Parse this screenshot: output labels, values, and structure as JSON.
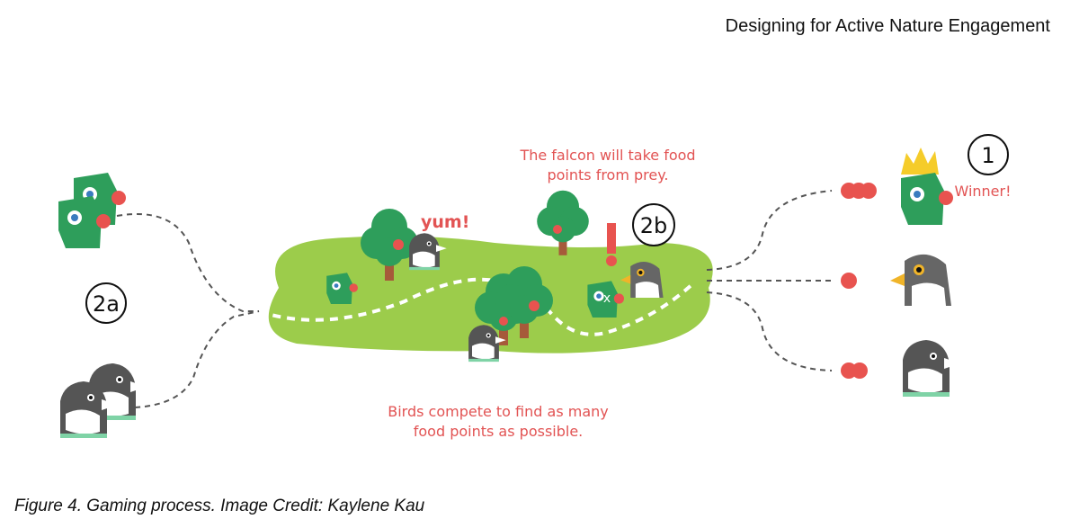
{
  "header": {
    "title": "Designing for Active Nature Engagement"
  },
  "figure": {
    "step_2a": "2a",
    "step_2b": "2b",
    "step_1": "1",
    "yum": "yum!",
    "exclamation": "!",
    "falcon_note_line1": "The falcon will take food",
    "falcon_note_line2": "points from prey.",
    "compete_line1": "Birds compete to find as many",
    "compete_line2": "food points as possible.",
    "winner": "Winner!",
    "results": [
      {
        "bird": "parrot",
        "food_points": 3
      },
      {
        "bird": "falcon",
        "food_points": 1
      },
      {
        "bird": "penguin",
        "food_points": 2
      }
    ],
    "colors": {
      "parrot_green": "#2e9e5b",
      "food_red": "#e8534f",
      "field_green": "#9ccc4b",
      "tree_green": "#2e9e5b",
      "trunk_brown": "#a65a3a",
      "crown_yellow": "#f5cc2a",
      "penguin_dark": "#555555",
      "text_red": "#e25353"
    }
  },
  "caption": {
    "text": "Figure 4. Gaming process. Image Credit: Kaylene Kau"
  }
}
